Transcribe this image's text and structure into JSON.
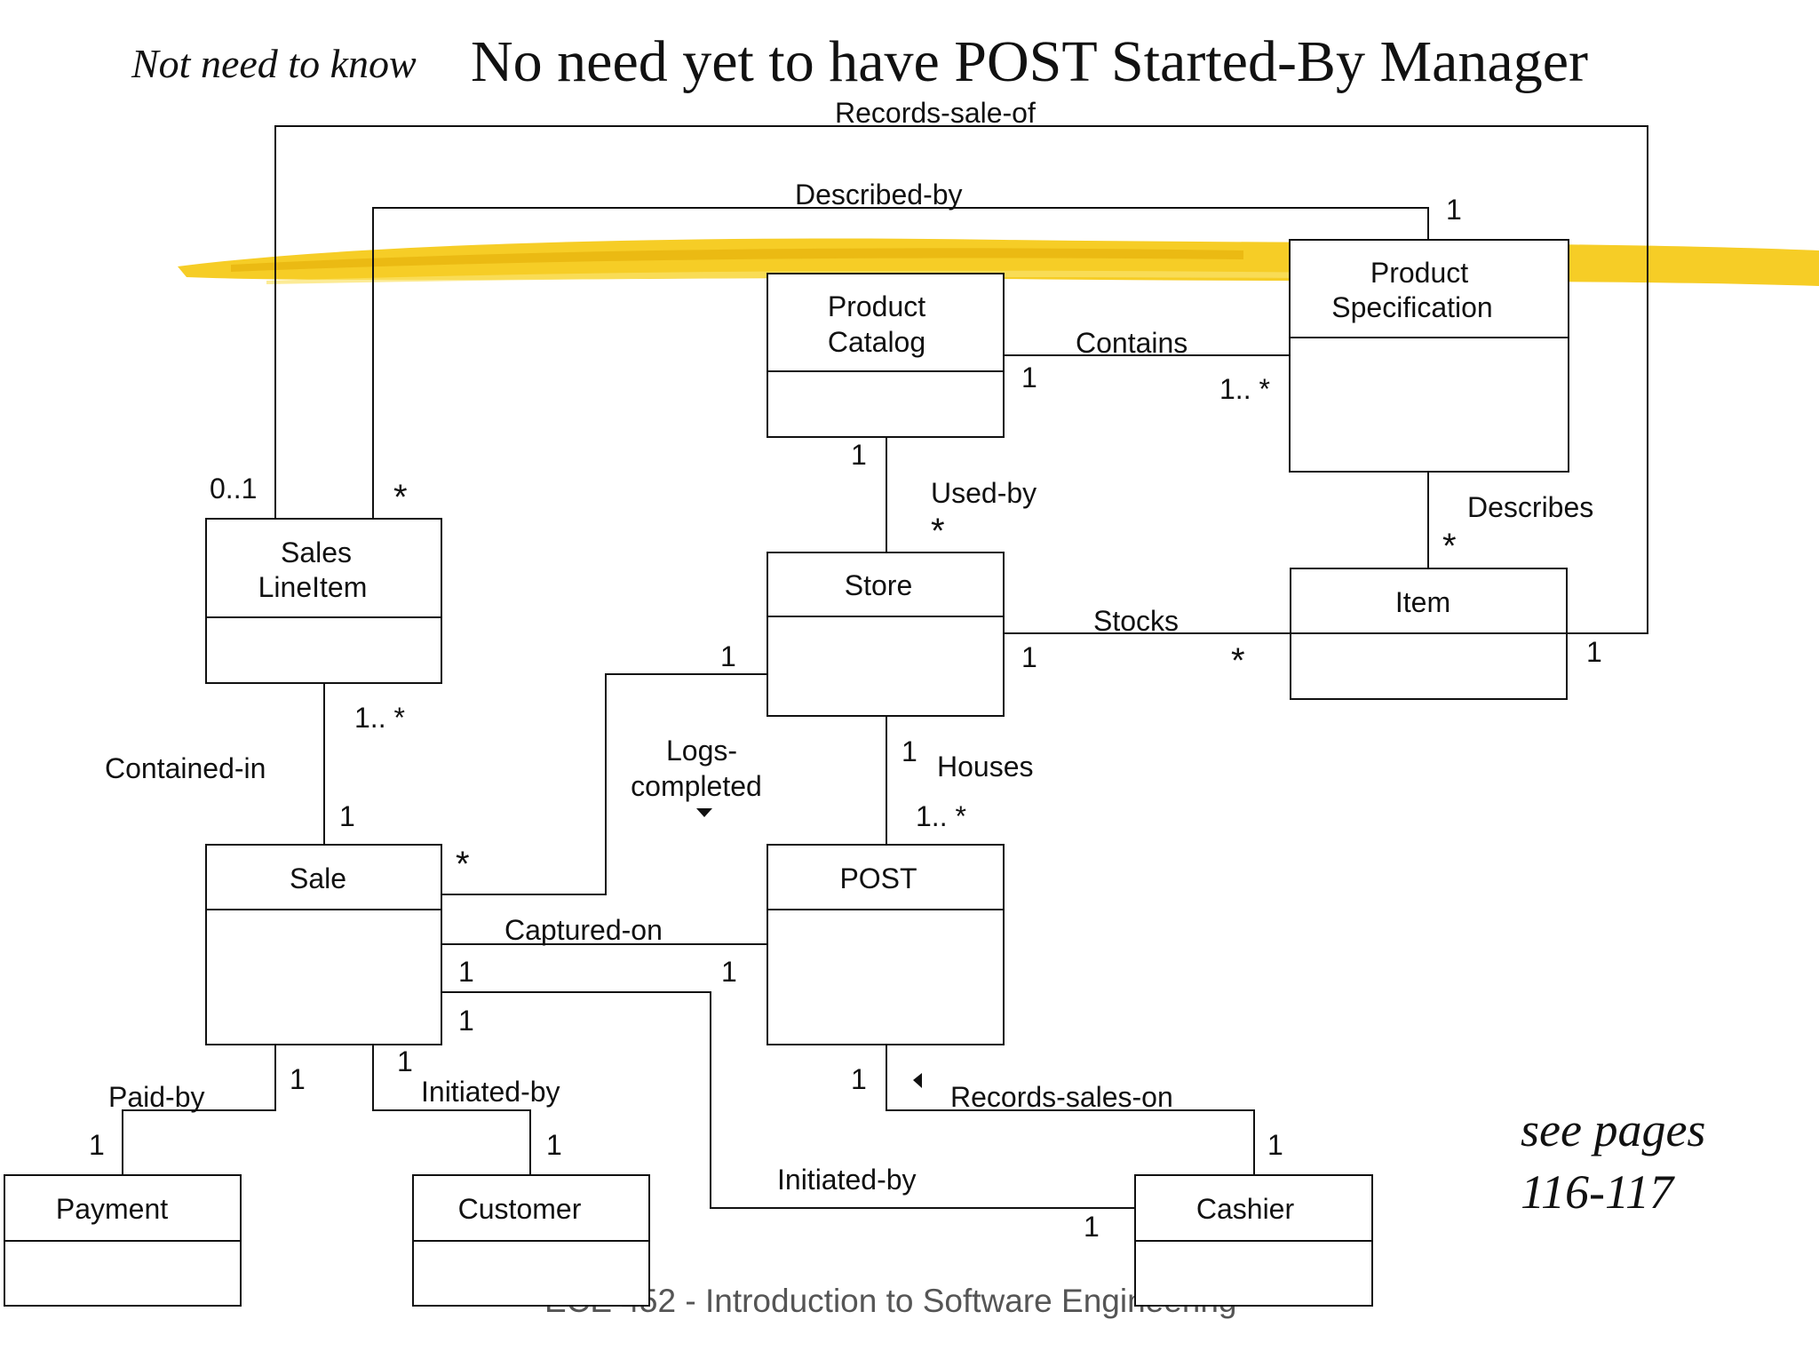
{
  "slide": {
    "side_note": "Not need to know",
    "title": "No need yet to have POST Started-By Manager",
    "footer": "ECE 452 - Introduction to Software Engineering",
    "see_pages_line1": "see pages",
    "see_pages_line2": "116-117"
  },
  "classes": {
    "product_catalog": [
      "Product",
      "Catalog"
    ],
    "product_specification": [
      "Product",
      "Specification"
    ],
    "sales_lineitem": [
      "Sales",
      "LineItem"
    ],
    "store": "Store",
    "item": "Item",
    "sale": "Sale",
    "post": "POST",
    "payment": "Payment",
    "customer": "Customer",
    "cashier": "Cashier"
  },
  "associations": {
    "records_sale_of": "Records-sale-of",
    "described_by": "Described-by",
    "contains": "Contains",
    "used_by": "Used-by",
    "describes": "Describes",
    "stocks": "Stocks",
    "contained_in": "Contained-in",
    "logs_completed_1": "Logs-",
    "logs_completed_2": "completed",
    "houses": "Houses",
    "captured_on": "Captured-on",
    "paid_by": "Paid-by",
    "initiated_by_customer": "Initiated-by",
    "records_sales_on": "Records-sales-on",
    "initiated_by_cashier": "Initiated-by"
  },
  "multiplicities": {
    "described_by_spec": "1",
    "contains_catalog": "1",
    "contains_spec": "1.. *",
    "used_by_catalog": "1",
    "used_by_store": "*",
    "records_sale_of_lineitem": "0..1",
    "described_by_lineitem": "*",
    "describes_item": "*",
    "stocks_store": "1",
    "stocks_item": "*",
    "records_sale_of_item": "1",
    "logs_store": "1",
    "contained_in_lineitem": "1.. *",
    "contained_in_sale": "1",
    "houses_store": "1",
    "houses_post": "1.. *",
    "logs_sale": "*",
    "captured_sale": "1",
    "captured_post": "1",
    "initiated_cashier_sale": "1",
    "paid_by_sale": "1",
    "initiated_customer_sale": "1",
    "records_post": "1",
    "paid_by_payment": "1",
    "initiated_customer": "1",
    "records_cashier": "1",
    "initiated_cashier": "1"
  },
  "colors": {
    "highlight": "#f5c400",
    "line": "#111111",
    "footer_text": "#555555"
  }
}
